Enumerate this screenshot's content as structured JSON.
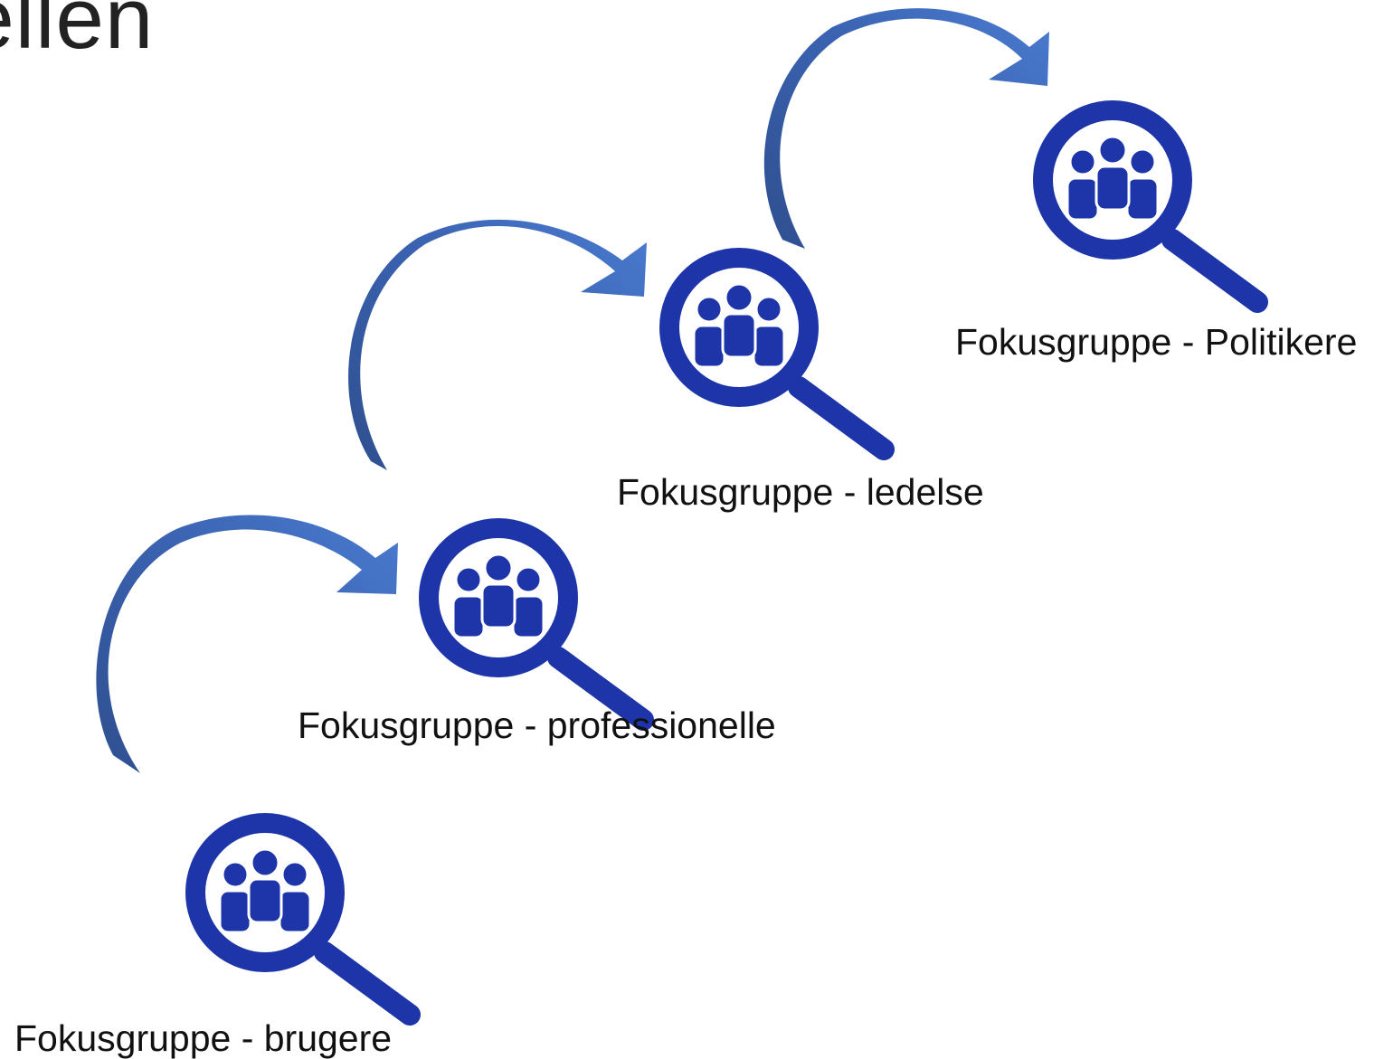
{
  "slide": {
    "title": "dellen"
  },
  "diagram": {
    "icon_name": "focus-group-magnifier-icon",
    "colors": {
      "icon": "#1d35a8",
      "arrow_light": "#4472c4",
      "arrow_dark": "#2f4f8f"
    },
    "stages": [
      {
        "label": "Fokusgruppe - brugere"
      },
      {
        "label": "Fokusgruppe - professionelle"
      },
      {
        "label": "Fokusgruppe - ledelse"
      },
      {
        "label": "Fokusgruppe - Politikere"
      }
    ]
  }
}
